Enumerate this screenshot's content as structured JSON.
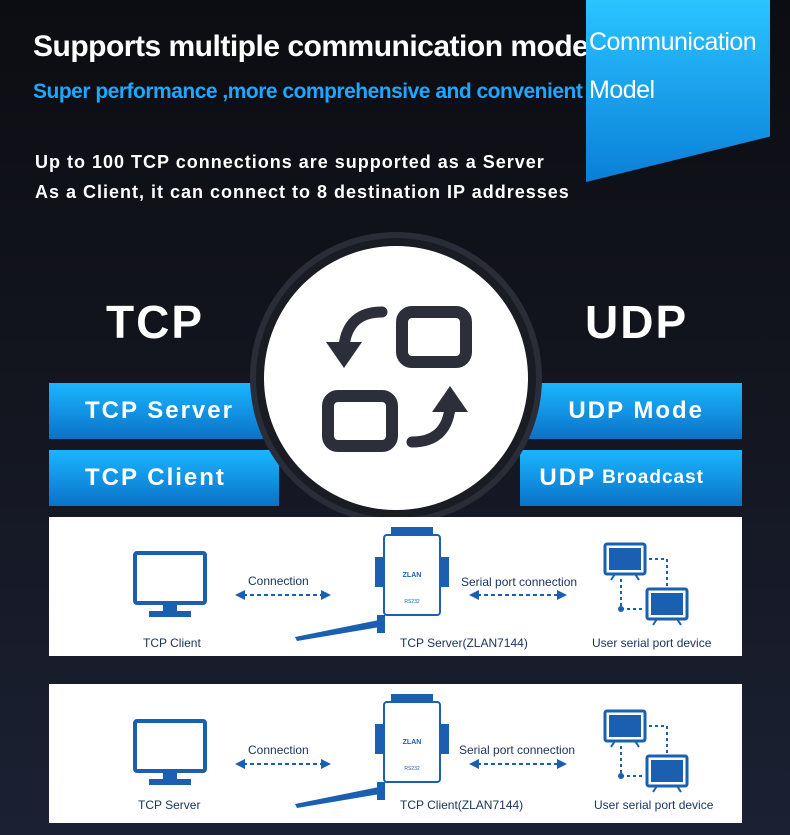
{
  "header": {
    "title": "Supports multiple communication modes",
    "subtitle": "Super performance ,more comprehensive and convenient",
    "desc_line1": "Up to 100 TCP connections are supported as a Server",
    "desc_line2": "As a Client, it can connect to 8 destination IP addresses"
  },
  "badge": {
    "line1": "Communication",
    "line2": "Model"
  },
  "protocols": {
    "tcp": "TCP",
    "udp": "UDP",
    "tcp_server": "TCP Server",
    "tcp_client": "TCP Client",
    "udp_mode": "UDP Mode",
    "udp_prefix": "UDP",
    "udp_broadcast": "Broadcast"
  },
  "diagrams": [
    {
      "left_label": "TCP Client",
      "connection": "Connection",
      "center_label": "TCP Server(ZLAN7144)",
      "serial": "Serial port connection",
      "right_label": "User serial port device"
    },
    {
      "left_label": "TCP Server",
      "connection": "Connection",
      "center_label": "TCP Client(ZLAN7144)",
      "serial": "Serial port connection",
      "right_label": "User serial port device"
    }
  ],
  "device": {
    "brand": "ZLAN",
    "port": "RS232"
  },
  "icons": [
    "cycle-arrows-icon",
    "monitor-icon",
    "device-icon",
    "antenna-icon",
    "serial-devices-icon"
  ],
  "colors": {
    "accent": "#1ea7ff",
    "bar": "#1296e6",
    "line": "#1a5fb0"
  }
}
